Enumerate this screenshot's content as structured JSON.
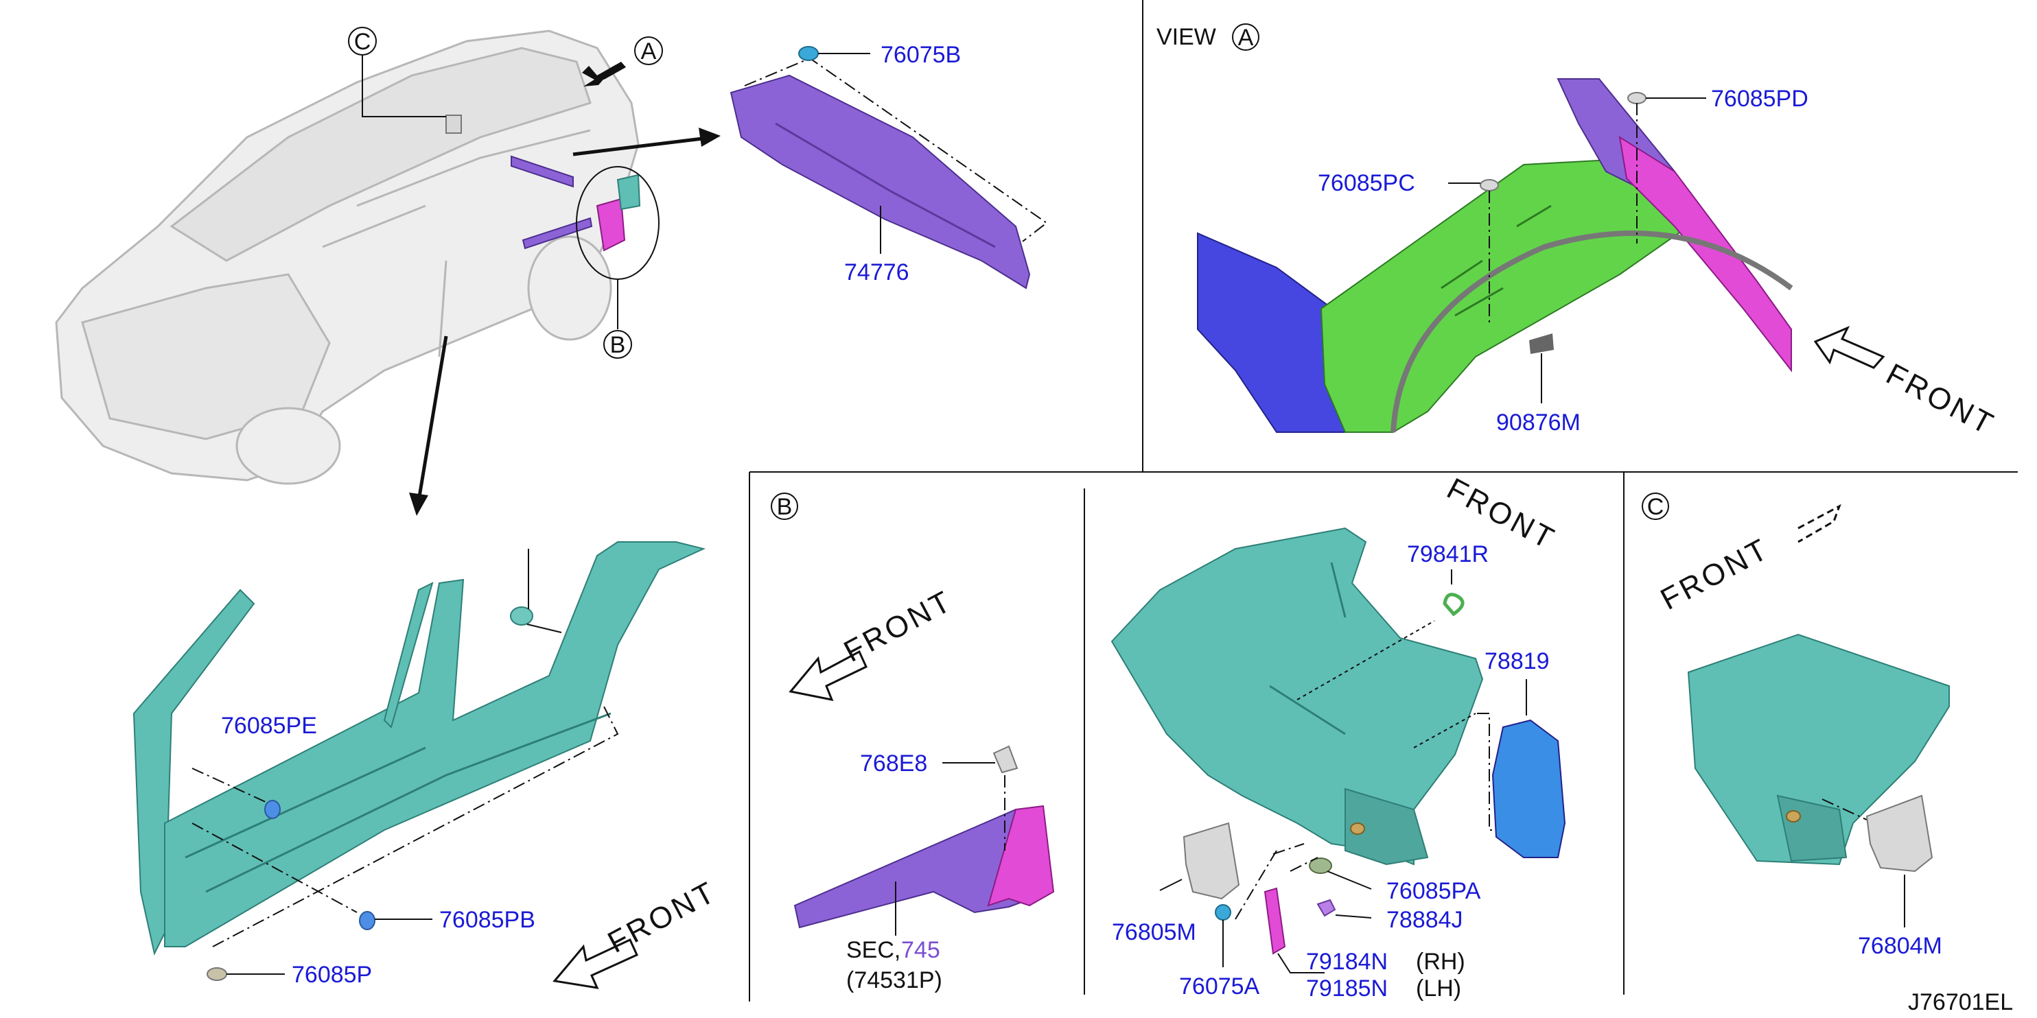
{
  "labels": {
    "p76075B": "76075B",
    "p74776": "74776",
    "view_a": "VIEW",
    "p76085PD": "76085PD",
    "p76085PC": "76085PC",
    "p90876M": "90876M",
    "p76085PE": "76085PE",
    "p76085PB": "76085PB",
    "p76085P": "76085P",
    "p768E8": "768E8",
    "sec_prefix": "SEC,",
    "sec_num": "745",
    "p74531P": "(74531P)",
    "p79841R": "79841R",
    "p78819": "78819",
    "p76805M": "76805M",
    "p76085PA": "76085PA",
    "p78884J": "78884J",
    "p76075A": "76075A",
    "p79184N": "79184N",
    "rh": "(RH)",
    "p79185N": "79185N",
    "lh": "(LH)",
    "p76804M": "76804M",
    "front": "FRONT",
    "diagram_id": "J76701EL"
  },
  "callouts": {
    "a": "A",
    "b": "B",
    "c": "C"
  },
  "colors": {
    "label_blue": "#1a1ad6",
    "teal_panel": "#5fbfb4",
    "purple_panel": "#8c63d6",
    "magenta_panel": "#e24bd6",
    "green_panel": "#62d44a",
    "blue_panel": "#4646e0"
  }
}
